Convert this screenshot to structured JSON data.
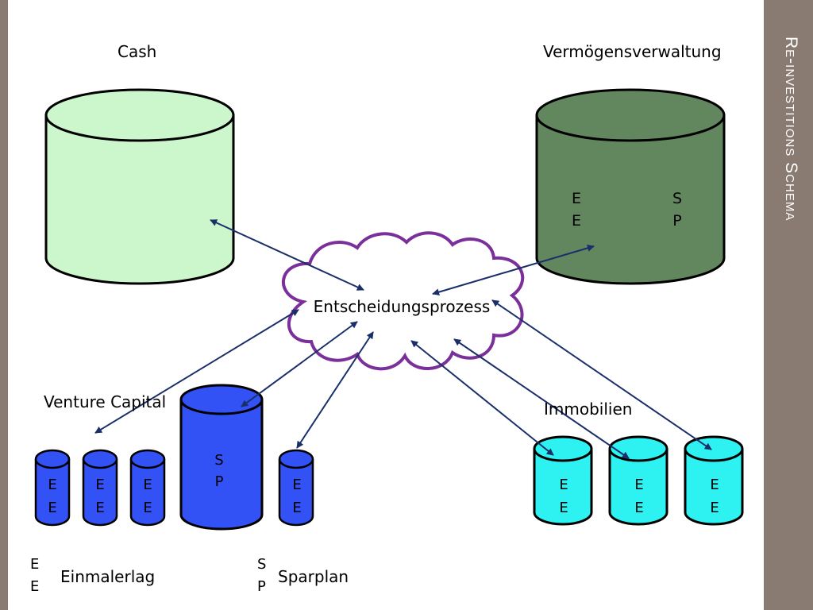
{
  "side_title": "Re-investitions Schema",
  "center_label": "Entscheidungsprozess",
  "labels": {
    "cash": "Cash",
    "vermoegen": "Vermögensverwaltung",
    "venture": "Venture Capital",
    "immobilien": "Immobilien"
  },
  "cyl_text": {
    "e_top": "E",
    "e_bottom": "E",
    "s": "S",
    "p": "P"
  },
  "legend": {
    "e_line1": "E",
    "e_line2": "E",
    "e_text": "Einmalerlag",
    "s_line1": "S",
    "s_line2": "P",
    "s_text": "Sparplan"
  },
  "colors": {
    "cash": "#ccf7cc",
    "vermoegen": "#62875f",
    "venture": "#3352f5",
    "immobilien": "#2ef2f2",
    "cloud": "#7b2f9a",
    "arrow": "#1a2f6a",
    "sidebar": "#8a7b72"
  }
}
